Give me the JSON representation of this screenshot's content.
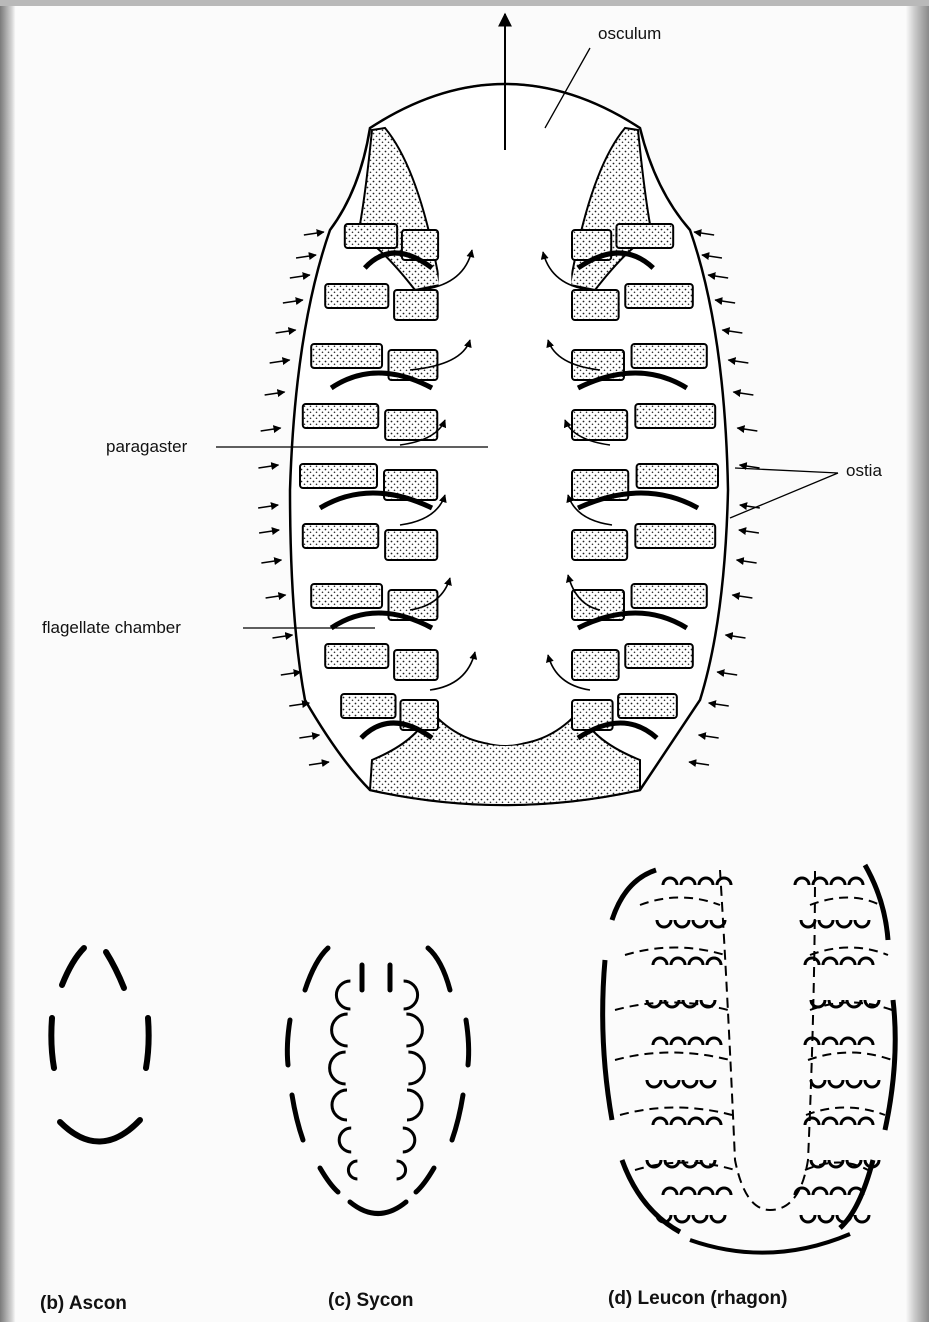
{
  "labels": {
    "osculum": "osculum",
    "paragaster": "paragaster",
    "ostia": "ostia",
    "flagellate_chamber": "flagellate chamber"
  },
  "captions": {
    "ascon": "(b) Ascon",
    "sycon": "(c) Sycon",
    "leucon": "(d) Leucon (rhagon)"
  }
}
